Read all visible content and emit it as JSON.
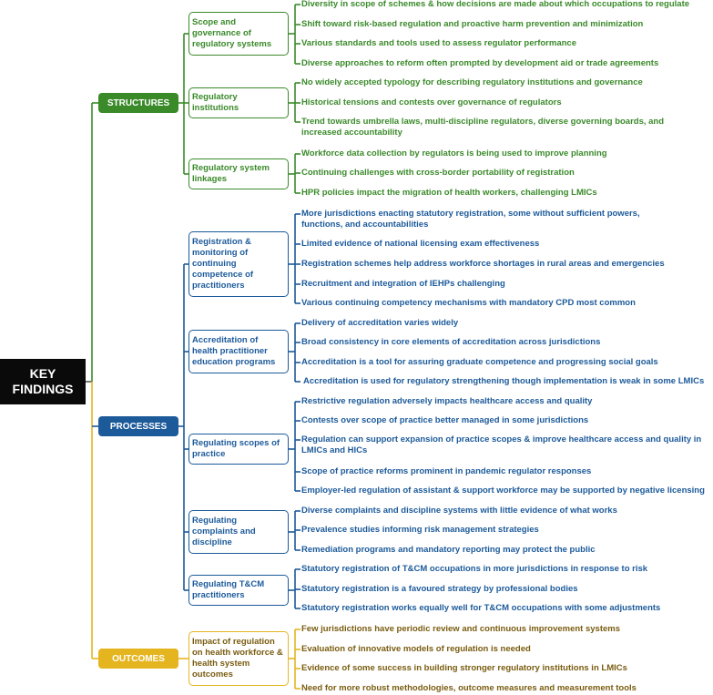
{
  "colors": {
    "structures": "#3a8a2a",
    "processes": "#1c5a9a",
    "outcomes": "#e5b520",
    "outcomes_text": "#7a5c10",
    "root": "#0a0a0a"
  },
  "root": {
    "line1": "KEY",
    "line2": "FINDINGS"
  },
  "structures": {
    "label": "STRUCTURES",
    "groups": [
      {
        "label": "Scope and governance of regulatory systems",
        "items": [
          "Diversity in scope of schemes & how decisions are made about which occupations to regulate",
          "Shift toward risk-based regulation and proactive harm prevention and minimization",
          "Various standards and tools used to assess regulator performance",
          "Diverse approaches to reform often prompted by development aid or trade agreements"
        ]
      },
      {
        "label": "Regulatory institutions",
        "items": [
          "No widely accepted typology for describing regulatory institutions and governance",
          "Historical tensions and contests over governance of regulators",
          "Trend towards umbrella laws, multi-discipline regulators, diverse governing boards, and increased accountability"
        ]
      },
      {
        "label": "Regulatory system linkages",
        "items": [
          "Workforce data collection by regulators is being used to improve planning",
          "Continuing challenges with cross-border portability of registration",
          "HPR policies impact the migration of health workers, challenging LMICs"
        ]
      }
    ]
  },
  "processes": {
    "label": "PROCESSES",
    "groups": [
      {
        "label": "Registration & monitoring of continuing competence of practitioners",
        "items": [
          "More jurisdictions enacting statutory registration, some without sufficient powers, functions, and accountabilities",
          "Limited evidence of national licensing exam effectiveness",
          "Registration schemes help address workforce shortages in rural areas and emergencies",
          "Recruitment and integration of IEHPs challenging",
          "Various continuing competency mechanisms with mandatory CPD most common"
        ]
      },
      {
        "label": "Accreditation of health practitioner education programs",
        "items": [
          "Delivery of accreditation varies widely",
          "Broad consistency in core elements of accreditation across jurisdictions",
          "Accreditation is a tool for assuring graduate competence and progressing social goals",
          "Accreditation is used for regulatory strengthening though implementation is weak in some LMICs"
        ]
      },
      {
        "label": "Regulating scopes of practice",
        "items": [
          "Restrictive regulation adversely impacts healthcare access and quality",
          "Contests over scope of practice better managed in some jurisdictions",
          "Regulation can support expansion of practice scopes & improve healthcare access and quality in LMICs and HICs",
          "Scope of practice reforms prominent in pandemic regulator responses",
          "Employer-led regulation of assistant & support workforce may be supported by negative licensing"
        ]
      },
      {
        "label": "Regulating complaints and discipline",
        "items": [
          "Diverse complaints and discipline systems with little evidence of what works",
          "Prevalence studies informing risk management strategies",
          "Remediation programs and mandatory reporting may protect the public"
        ]
      },
      {
        "label": "Regulating T&CM practitioners",
        "items": [
          "Statutory registration of T&CM occupations in more jurisdictions in response to risk",
          "Statutory registration is a favoured strategy by professional bodies",
          "Statutory registration works equally well for T&CM occupations with some adjustments"
        ]
      }
    ]
  },
  "outcomes": {
    "label": "OUTCOMES",
    "groups": [
      {
        "label": "Impact of regulation on health workforce & health system outcomes",
        "items": [
          "Few jurisdictions have periodic review and continuous improvement systems",
          "Evaluation of innovative models of regulation is needed",
          "Evidence of some success in building stronger regulatory institutions in LMICs",
          "Need for more robust methodologies, outcome measures and measurement tools"
        ]
      }
    ]
  }
}
